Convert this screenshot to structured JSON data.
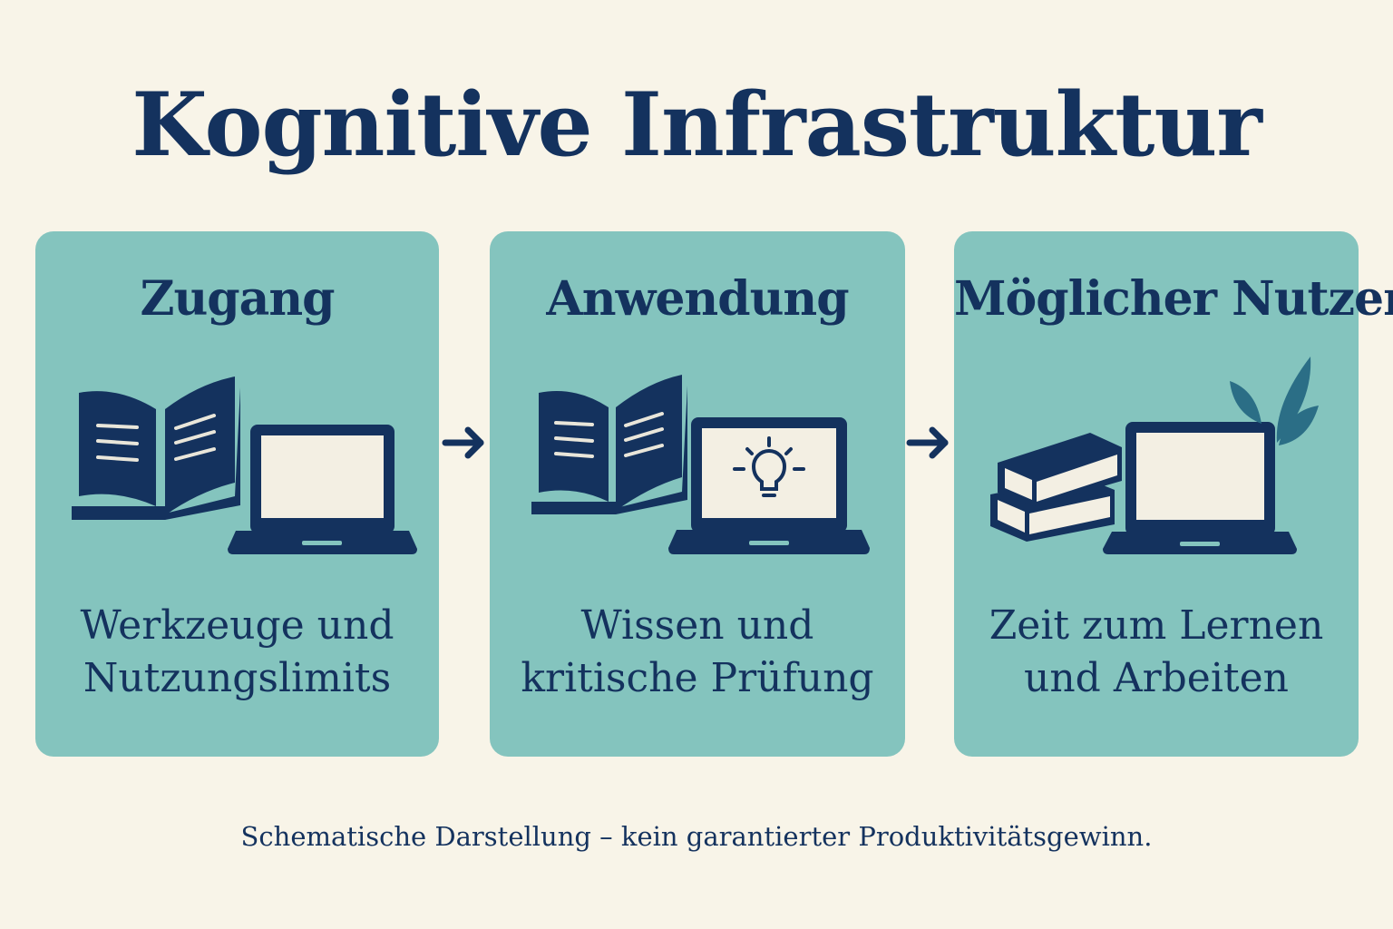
{
  "title": "Kognitive Infrastruktur",
  "colors": {
    "background": "#f8f4e8",
    "panel": "#84c4be",
    "navy": "#14325e",
    "screen": "#f3efe3",
    "leaf": "#2b6e86"
  },
  "panels": [
    {
      "heading": "Zugang",
      "icons": [
        "open-book-icon",
        "laptop-icon"
      ],
      "caption": "Werkzeuge und\nNutzungslimits"
    },
    {
      "heading": "Anwendung",
      "icons": [
        "open-book-icon",
        "laptop-lightbulb-icon"
      ],
      "caption": "Wissen und\nkritische Prüfung"
    },
    {
      "heading": "Möglicher Nutzen",
      "icons": [
        "book-stack-icon",
        "laptop-icon",
        "leaf-icon"
      ],
      "caption": "Zeit zum Lernen\nund Arbeiten"
    }
  ],
  "arrows": [
    "arrow-right-icon",
    "arrow-right-icon"
  ],
  "footnote": "Schematische Darstellung – kein garantierter Produktivitätsgewinn."
}
